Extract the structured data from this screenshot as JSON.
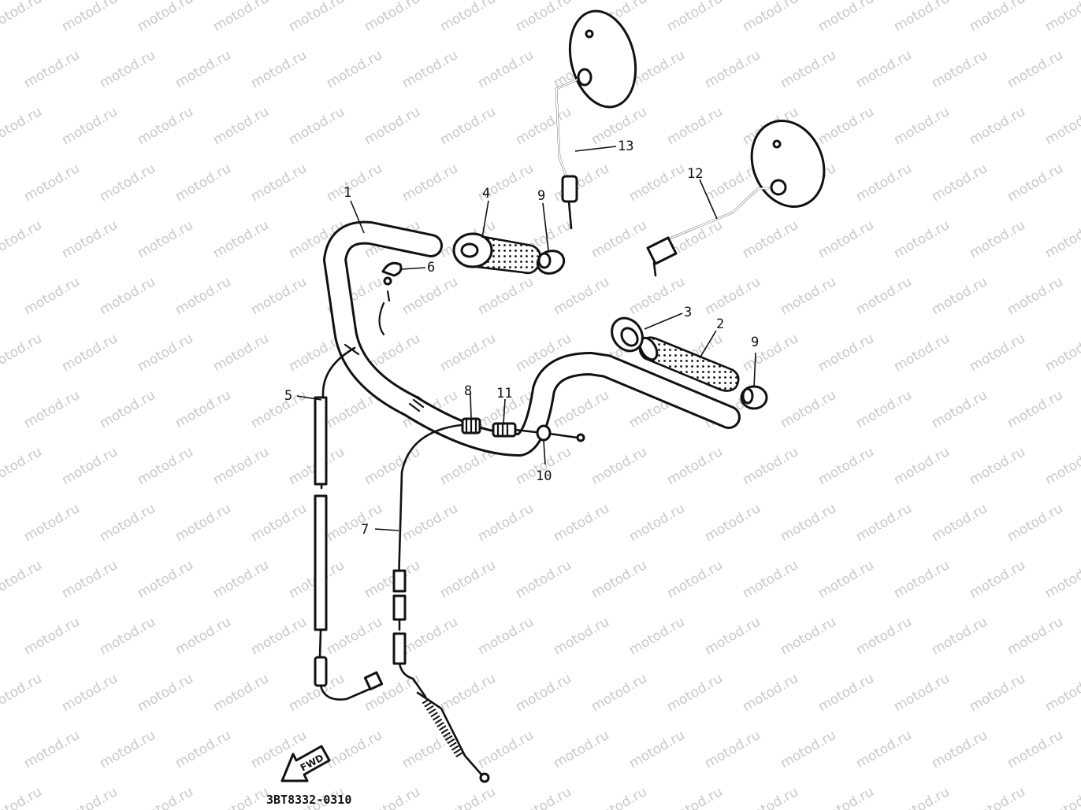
{
  "watermark": {
    "text": "motod.ru",
    "color": "#c8c8c8"
  },
  "diagram": {
    "part_code": "3BT8332-0310",
    "direction_label": "FWD",
    "callouts": [
      {
        "id": "c1",
        "label": "1"
      },
      {
        "id": "c2",
        "label": "2"
      },
      {
        "id": "c3",
        "label": "3"
      },
      {
        "id": "c4",
        "label": "4"
      },
      {
        "id": "c5",
        "label": "5"
      },
      {
        "id": "c6",
        "label": "6"
      },
      {
        "id": "c7",
        "label": "7"
      },
      {
        "id": "c8",
        "label": "8"
      },
      {
        "id": "c9a",
        "label": "9"
      },
      {
        "id": "c9b",
        "label": "9"
      },
      {
        "id": "c10",
        "label": "10"
      },
      {
        "id": "c11",
        "label": "11"
      },
      {
        "id": "c12",
        "label": "12"
      },
      {
        "id": "c13",
        "label": "13"
      }
    ]
  }
}
